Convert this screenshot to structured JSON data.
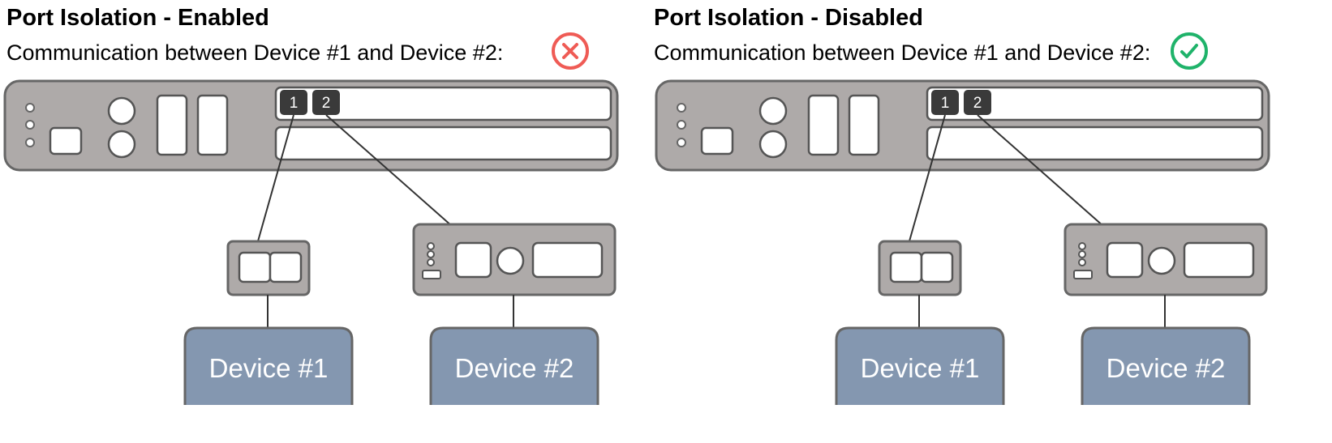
{
  "panels": [
    {
      "title": "Port Isolation - Enabled",
      "communication_label": "Communication between Device #1 and Device #2:",
      "status_icon": "x-icon",
      "status_color": "#ef5b55",
      "ports": [
        "1",
        "2"
      ],
      "devices": [
        "Device #1",
        "Device #2"
      ]
    },
    {
      "title": "Port Isolation - Disabled",
      "communication_label": "Communication between Device #1 and Device #2:",
      "status_icon": "check-icon",
      "status_color": "#1fb36a",
      "ports": [
        "1",
        "2"
      ],
      "devices": [
        "Device #1",
        "Device #2"
      ]
    }
  ],
  "colors": {
    "switch_fill": "#aeaaa9",
    "outline": "#666666",
    "port_fill": "#3a3a3a",
    "device_fill": "#8497b0"
  }
}
